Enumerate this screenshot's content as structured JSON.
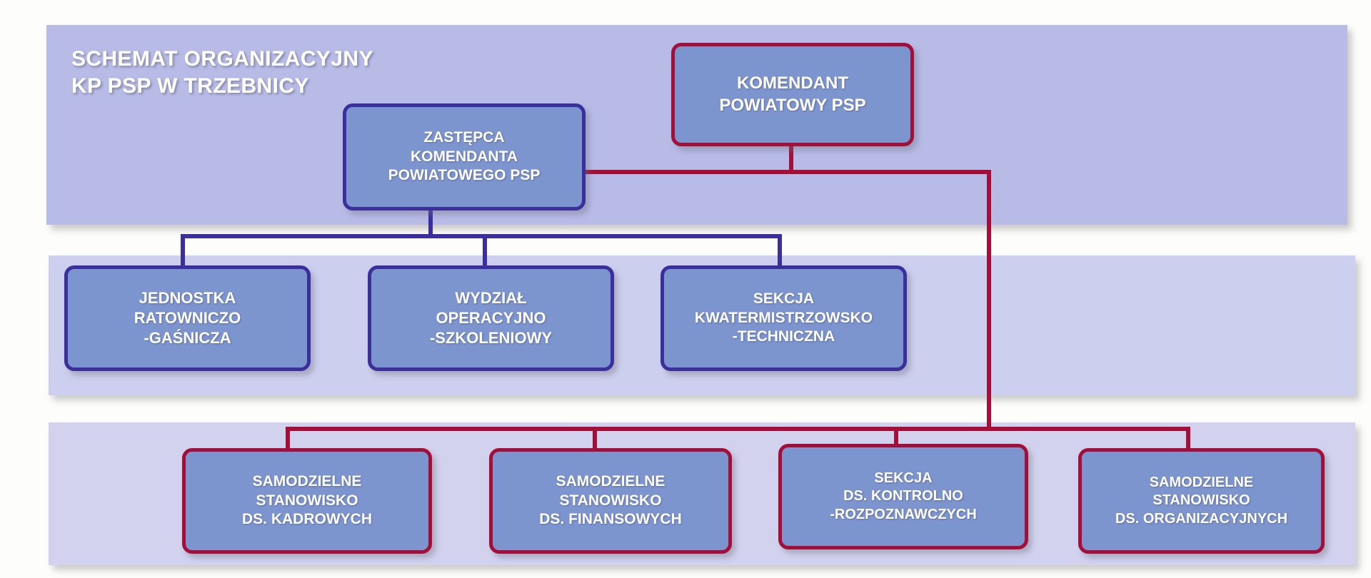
{
  "title": "SCHEMAT ORGANIZACYJNY\nKP PSP W TRZEBNICY",
  "colors": {
    "band_top": "#b7bbe6",
    "band_mid": "#cdcfee",
    "band_bottom": "#d2d2ef",
    "node_fill": "#7d95cf",
    "border_blue": "#3b2f9e",
    "border_red": "#a30f38",
    "text": "#ffffff",
    "page_background": "#fdfdfa"
  },
  "nodes": {
    "komendant": "KOMENDANT\nPOWIATOWY PSP",
    "zastepca": "ZASTĘPCA\nKOMENDANTA\nPOWIATOWEGO PSP",
    "jrg": "JEDNOSTKA\nRATOWNICZO\n-GAŚNICZA",
    "wydzial": "WYDZIAŁ\nOPERACYJNO\n-SZKOLENIOWY",
    "sekcja_kwatermistrzowska": "SEKCJA\nKWATERMISTRZOWSKO\n-TECHNICZNA",
    "kadry": "SAMODZIELNE\nSTANOWISKO\nDS. KADROWYCH",
    "finanse": "SAMODZIELNE\nSTANOWISKO\nDS. FINANSOWYCH",
    "kontrolno": "SEKCJA\nDS. KONTROLNO\n-ROZPOZNAWCZYCH",
    "organizacyjne": "SAMODZIELNE\nSTANOWISKO\nDS. ORGANIZACYJNYCH"
  },
  "structure": {
    "root": "komendant",
    "edges": [
      {
        "from": "komendant",
        "to": "zastepca",
        "color": "#a30f38"
      },
      {
        "from": "zastepca",
        "to": "jrg",
        "color": "#3b2f9e"
      },
      {
        "from": "zastepca",
        "to": "wydzial",
        "color": "#3b2f9e"
      },
      {
        "from": "zastepca",
        "to": "sekcja_kwatermistrzowska",
        "color": "#3b2f9e"
      },
      {
        "from": "komendant",
        "to": "kadry",
        "color": "#a30f38"
      },
      {
        "from": "komendant",
        "to": "finanse",
        "color": "#a30f38"
      },
      {
        "from": "komendant",
        "to": "kontrolno",
        "color": "#a30f38"
      },
      {
        "from": "komendant",
        "to": "organizacyjne",
        "color": "#a30f38"
      }
    ]
  }
}
